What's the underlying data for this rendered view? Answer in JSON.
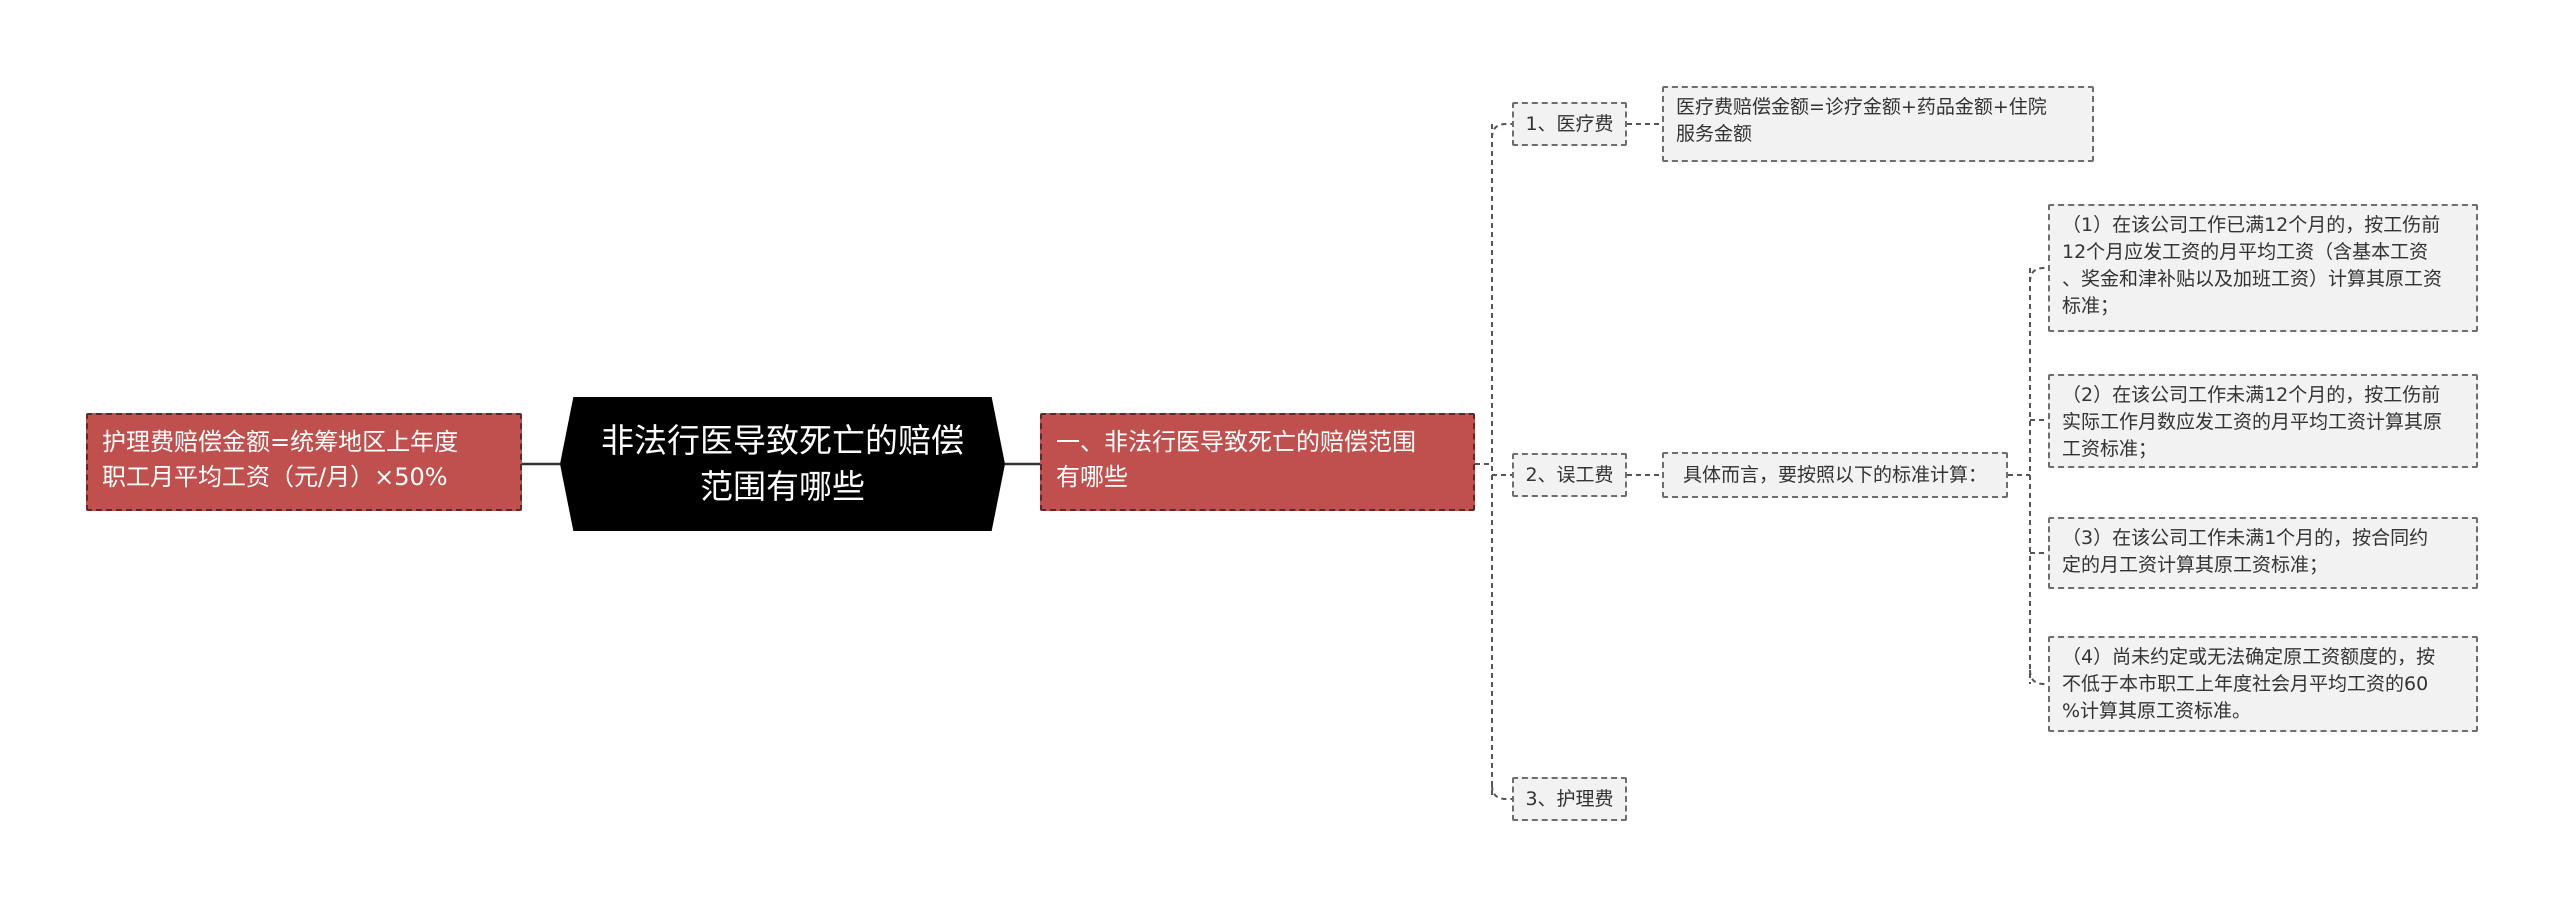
{
  "center": {
    "title": "非法行医导致死亡的赔偿\n范围有哪些"
  },
  "left_node": {
    "text": "护理费赔偿金额=统筹地区上年度\n职工月平均工资（元/月）×50%"
  },
  "main_branch": {
    "text": "一、非法行医导致死亡的赔偿范围\n有哪些"
  },
  "categories": [
    {
      "label": "1、医疗费"
    },
    {
      "label": "2、误工费"
    },
    {
      "label": "3、护理费"
    }
  ],
  "medical_detail": {
    "text": "医疗费赔偿金额=诊疗金额+药品金额+住院\n服务金额"
  },
  "lost_wages": {
    "intro": "具体而言，要按照以下的标准计算：",
    "items": [
      "（1）在该公司工作已满12个月的，按工伤前\n12个月应发工资的月平均工资（含基本工资\n、奖金和津补贴以及加班工资）计算其原工资\n标准；",
      "（2）在该公司工作未满12个月的，按工伤前\n实际工作月数应发工资的月平均工资计算其原\n工资标准；",
      "（3）在该公司工作未满1个月的，按合同约\n定的月工资计算其原工资标准；",
      "（4）尚未约定或无法确定原工资额度的，按\n不低于本市职工上年度社会月平均工资的60\n%计算其原工资标准。"
    ]
  },
  "colors": {
    "center_fill": "#000000",
    "branch_fill": "#c0504d",
    "leaf_fill": "#f2f2f2",
    "connector": "#555555"
  }
}
